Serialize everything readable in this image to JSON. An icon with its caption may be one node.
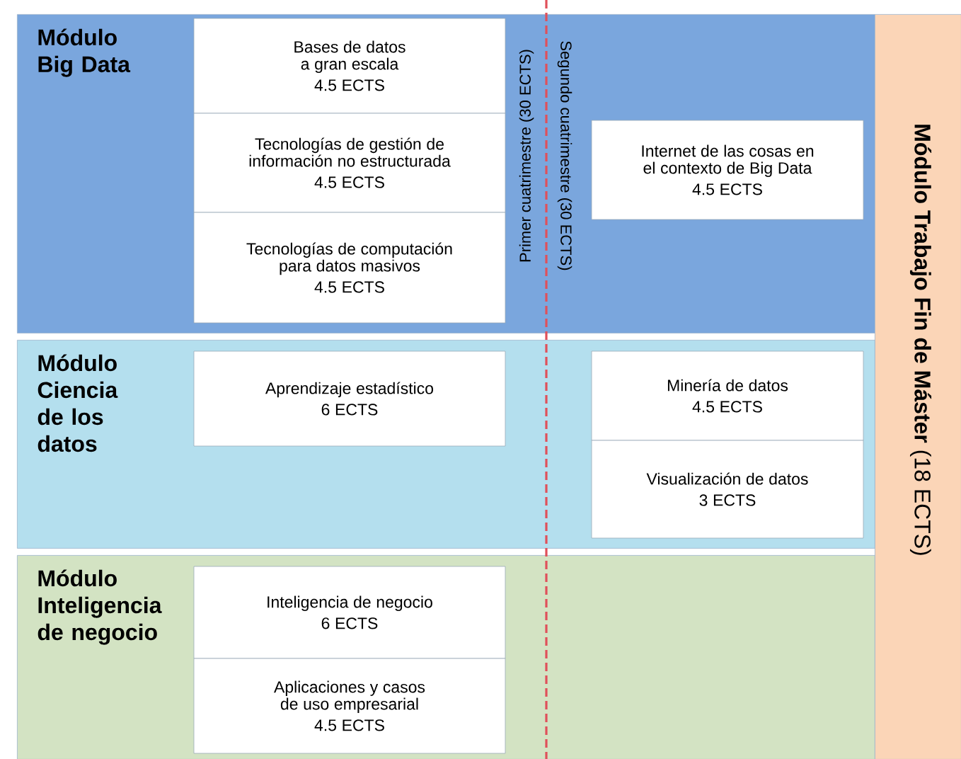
{
  "diagram": {
    "nodes": [
      {
        "text": [
          "Módulo Big Data"
        ]
      },
      {
        "text": [
          "Bases de datos a gran escala",
          "4.5 ECTS"
        ],
        "in": 0
      },
      {
        "text": [
          "Tecnologías de gestión de información no estructurada",
          "4.5 ECTS"
        ],
        "in": 0
      },
      {
        "text": [
          "Tecnologías de computación para datos masivos",
          "4.5 ECTS"
        ],
        "in": 0
      },
      {
        "text": [
          "Internet de las cosas en el contexto de Big Data",
          "4.5 ECTS"
        ],
        "in": 0
      },
      {
        "text": [
          "Módulo Ciencia de los datos"
        ]
      },
      {
        "text": [
          "Aprendizaje estadístico",
          "6 ECTS"
        ],
        "in": 5
      },
      {
        "text": [
          "Minería de datos",
          "4.5 ECTS"
        ],
        "in": 5
      },
      {
        "text": [
          "Visualización de datos",
          "3 ECTS"
        ],
        "in": 5
      },
      {
        "text": [
          "Módulo Inteligencia de negocio"
        ]
      },
      {
        "text": [
          "Inteligencia de negocio",
          "6 ECTS"
        ],
        "in": 9
      },
      {
        "text": [
          "Aplicaciones y casos de uso empresarial",
          "4.5 ECTS"
        ],
        "in": 9
      },
      {
        "text": [
          "**Módulo Trabajo Fin de Máster** (18 ECTS)"
        ]
      }
    ],
    "labels": [
      "Primer cuatrimestre (30 ECTS)",
      "Segundo cuatrimestre (30 ECTS)"
    ]
  }
}
